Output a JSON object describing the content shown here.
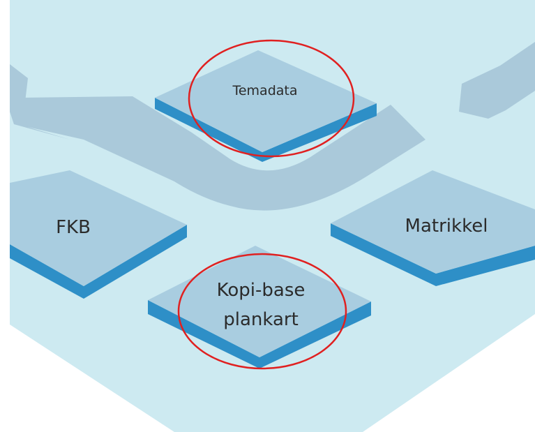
{
  "diagram": {
    "colors": {
      "background": "#ffffff",
      "platform": "#cdeaf1",
      "arrows": "#aac9da",
      "tile_top": "#a9cde0",
      "tile_side": "#2e8fc7",
      "highlight_ring": "#e02020",
      "label_text": "#2b2b2b"
    },
    "tiles": {
      "temadata": {
        "label": "Temadata",
        "highlighted": true
      },
      "fkb": {
        "label": "FKB",
        "highlighted": false
      },
      "matrikkel": {
        "label": "Matrikkel",
        "highlighted": false
      },
      "kopibase": {
        "line1": "Kopi-base",
        "line2": "plankart",
        "highlighted": true
      }
    }
  }
}
